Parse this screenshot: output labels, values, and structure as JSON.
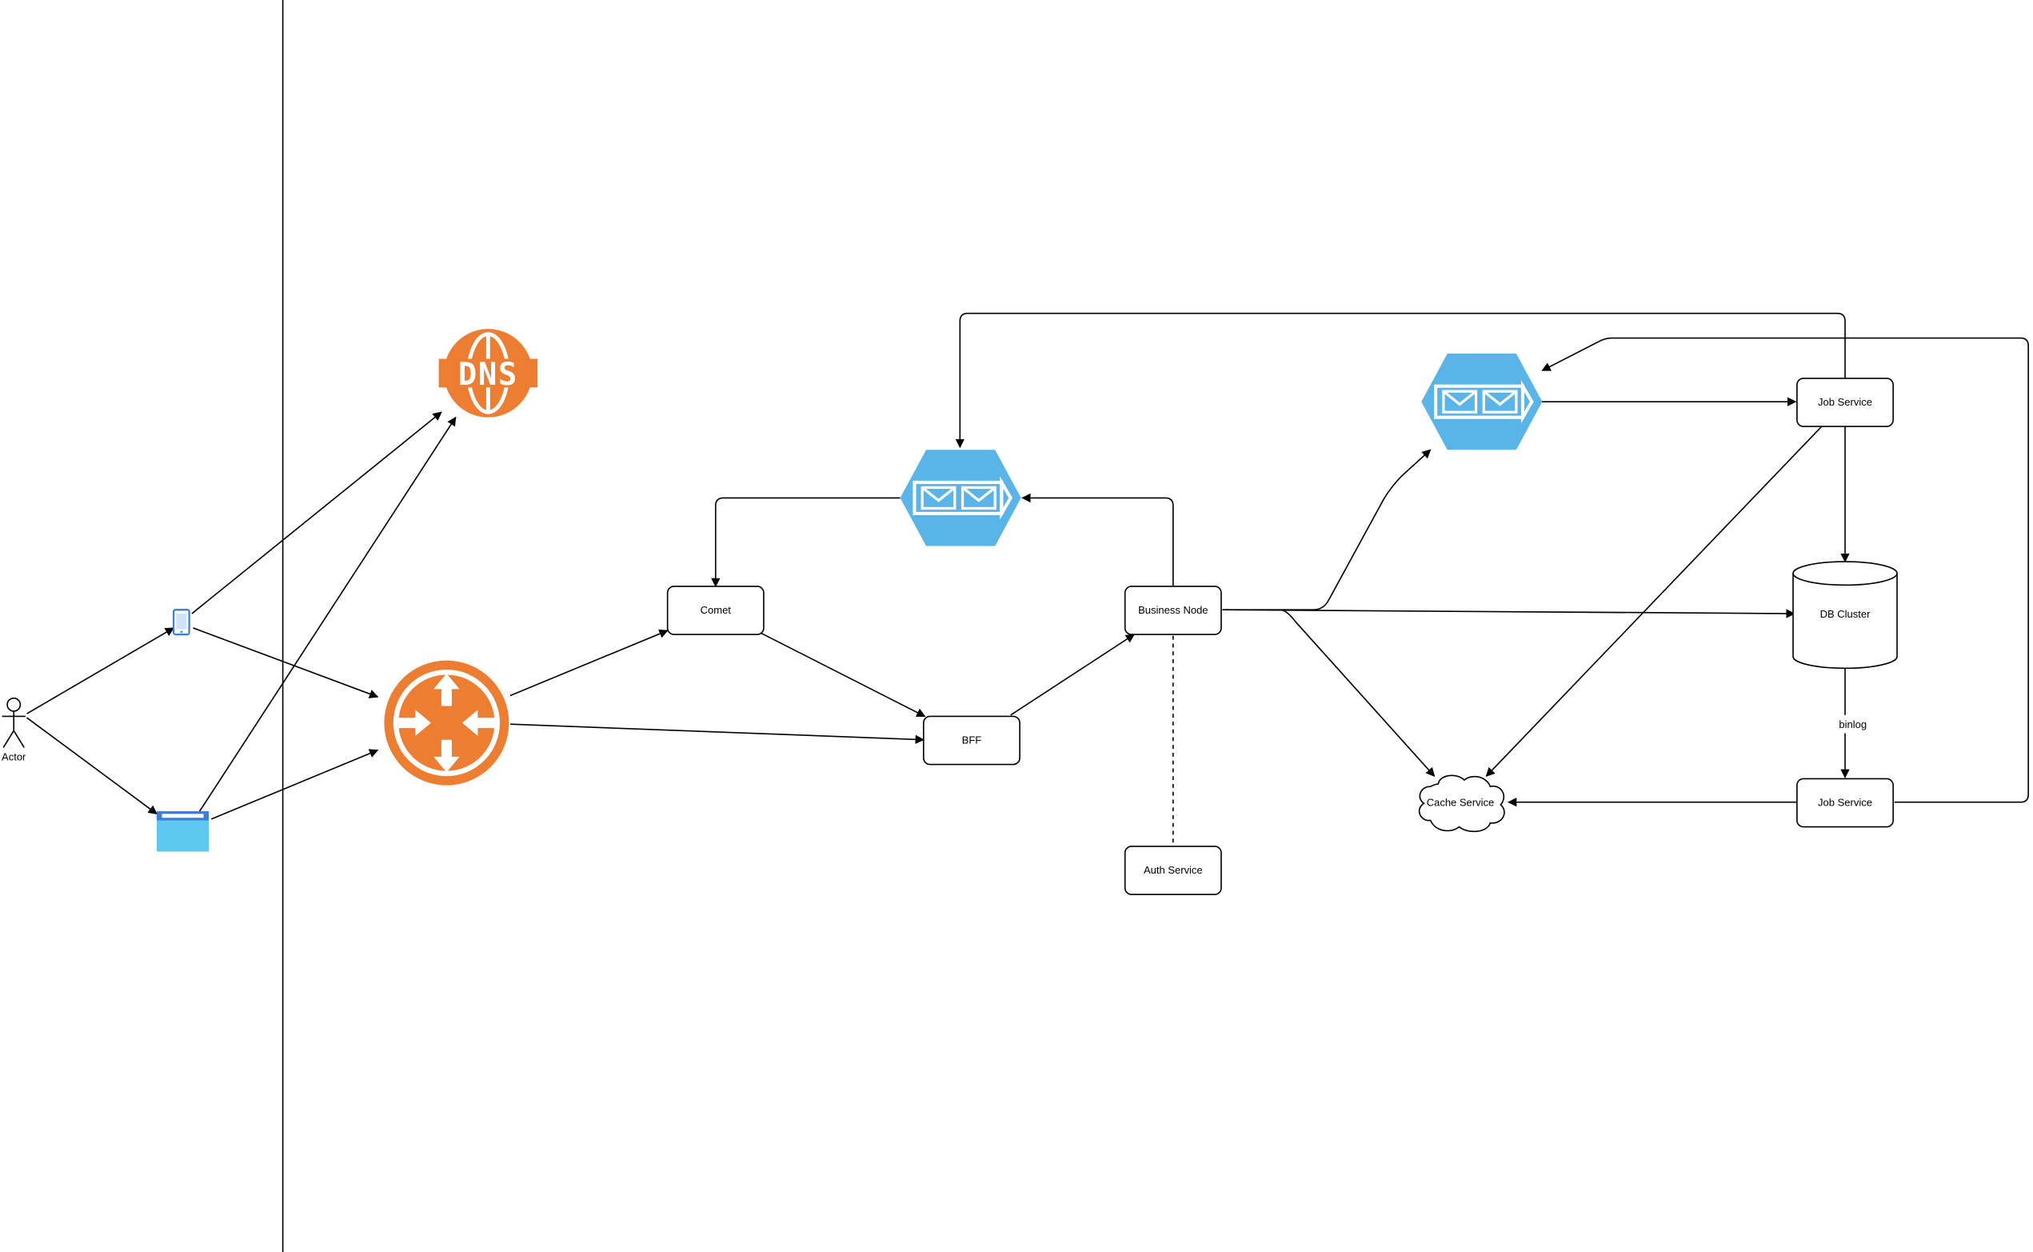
{
  "diagram": {
    "actor": {
      "label": "Actor"
    },
    "nodes": {
      "comet": "Comet",
      "bff": "BFF",
      "business_node": "Business Node",
      "auth_service": "Auth Service",
      "job_service_top": "Job Service",
      "job_service_bottom": "Job Service",
      "db_cluster": "DB Cluster",
      "cache_service": "Cache Service"
    },
    "edge_labels": {
      "binlog": "binlog"
    },
    "icons": {
      "dns": {
        "name": "dns-icon",
        "text": "DNS",
        "color": "#ED7D31"
      },
      "router": {
        "name": "load-balancer-icon",
        "color": "#ED7D31"
      },
      "mq_left": {
        "name": "message-queue-icon",
        "color": "#59B4E8"
      },
      "mq_right": {
        "name": "message-queue-icon",
        "color": "#59B4E8"
      },
      "mobile": {
        "name": "mobile-device-icon",
        "color": "#3D7FD9"
      },
      "browser": {
        "name": "browser-window-icon",
        "color": "#5DC8F0"
      }
    },
    "colors": {
      "orange": "#ED7D31",
      "blue": "#59B4E8",
      "line": "#000000"
    }
  }
}
